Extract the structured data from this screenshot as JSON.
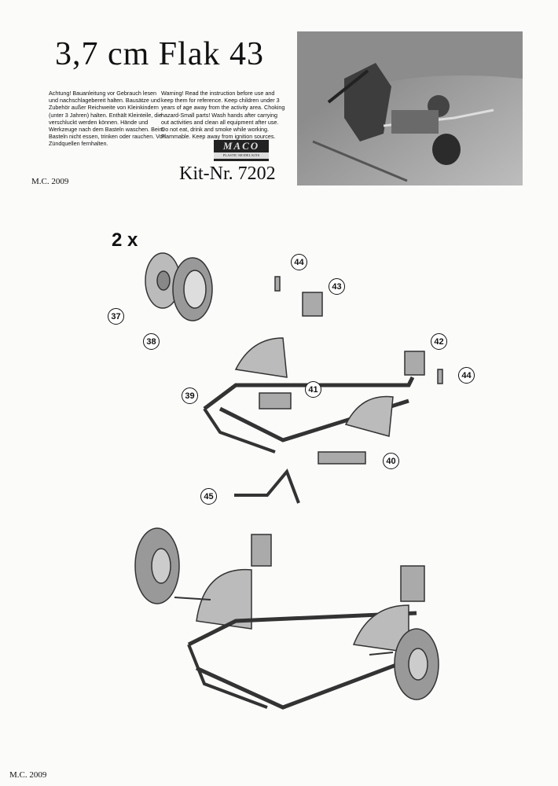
{
  "header": {
    "title": "3,7 cm Flak 43",
    "warning_de": "Achtung! Bauanleitung vor Gebrauch lesen und nachschlagebereit halten. Bausätze und Zubehör außer Reichweite von Kleinkindern (unter 3 Jahren) halten. Enthält Kleinteile, die verschluckt werden können. Hände und Werkzeuge nach dem Basteln waschen. Beim Basteln nicht essen, trinken oder rauchen. Von Zündquellen fernhalten.",
    "warning_en": "Warning! Read the instruction before use and keep them for reference. Keep children under 3 years of age away from the activity area. Choking hazard-Small parts! Wash hands after carrying out activities and clean all equipment after use. Do not eat, drink and smoke while working. Flammable. Keep away from ignition sources.",
    "copyright_top": "M.C. 2009",
    "logo_text": "MACO",
    "logo_sub": "PLASTIC MODEL KITS",
    "kit_number": "Kit-Nr. 7202"
  },
  "step1": {
    "quantity": "2 x",
    "parts": [
      "37",
      "38",
      "39",
      "41",
      "42",
      "43",
      "44",
      "44",
      "40",
      "45"
    ]
  },
  "footer": {
    "copyright": "M.C. 2009"
  }
}
